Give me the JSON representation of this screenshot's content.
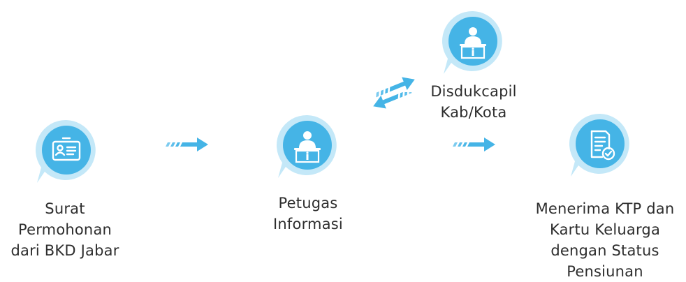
{
  "diagram": {
    "accent": "#4cb8e8",
    "accent_light": "#b9e3f6",
    "nodes": [
      {
        "id": "surat",
        "icon": "id-card-icon",
        "lines": [
          "Surat",
          "Permohonan",
          "dari BKD Jabar"
        ]
      },
      {
        "id": "petugas",
        "icon": "officer-desk-icon",
        "lines": [
          "Petugas",
          "Informasi"
        ]
      },
      {
        "id": "disdukcapil",
        "icon": "officer-desk-icon",
        "lines": [
          "Disdukcapil",
          "Kab/Kota"
        ]
      },
      {
        "id": "menerima",
        "icon": "document-check-icon",
        "lines": [
          "Menerima KTP dan",
          "Kartu Keluarga",
          "dengan Status",
          "Pensiunan"
        ]
      }
    ],
    "edges": [
      {
        "from": "surat",
        "to": "petugas",
        "direction": "right"
      },
      {
        "from": "petugas",
        "to": "disdukcapil",
        "direction": "up-right"
      },
      {
        "from": "disdukcapil",
        "to": "petugas",
        "direction": "down-left"
      },
      {
        "from": "disdukcapil",
        "to": "menerima",
        "direction": "right"
      }
    ]
  }
}
